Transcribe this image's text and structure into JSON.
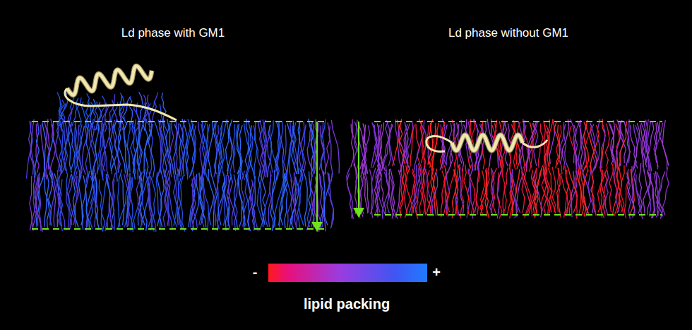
{
  "diagram": {
    "labels": [
      "Ld phase with GM1",
      "Ld phase without GM1",
      "-",
      "+",
      "lipid packing"
    ]
  }
}
